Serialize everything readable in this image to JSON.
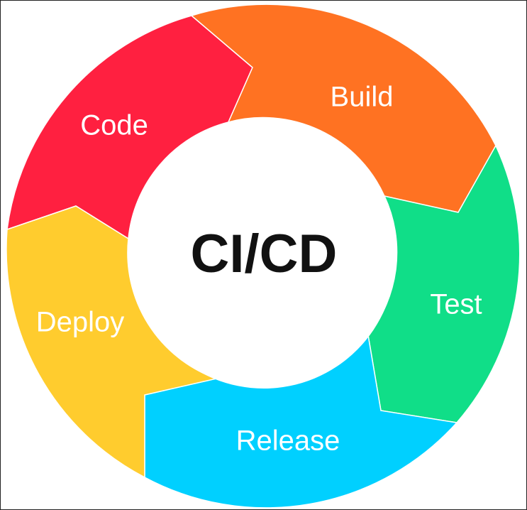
{
  "diagram": {
    "center_label": "CI/CD",
    "segments": [
      {
        "label": "Code",
        "color": "#FF2040"
      },
      {
        "label": "Build",
        "color": "#FF7222"
      },
      {
        "label": "Test",
        "color": "#10DE88"
      },
      {
        "label": "Release",
        "color": "#00D0FF"
      },
      {
        "label": "Deploy",
        "color": "#FFCC2E"
      }
    ]
  }
}
